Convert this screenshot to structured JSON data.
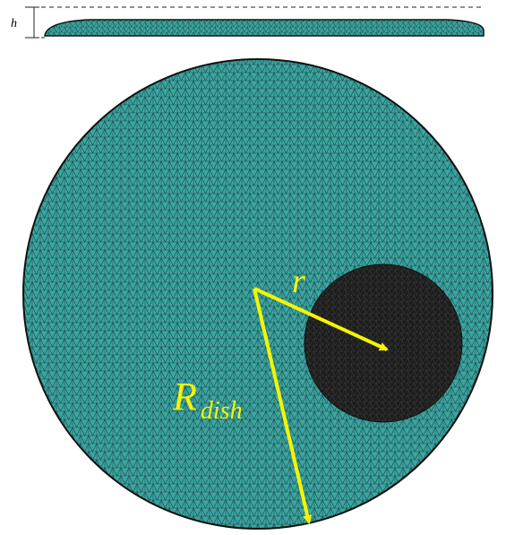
{
  "labels": {
    "thickness": "h",
    "radius_small": "r",
    "radius_dish_main": "R",
    "radius_dish_sub": "dish"
  },
  "colors": {
    "mesh_fill": "#3aa6a2",
    "mesh_line": "#1d3d3c",
    "inner_region": "#1c1c1c",
    "annotation": "#f5f500",
    "outline": "#111111",
    "dimension": "#222222"
  }
}
